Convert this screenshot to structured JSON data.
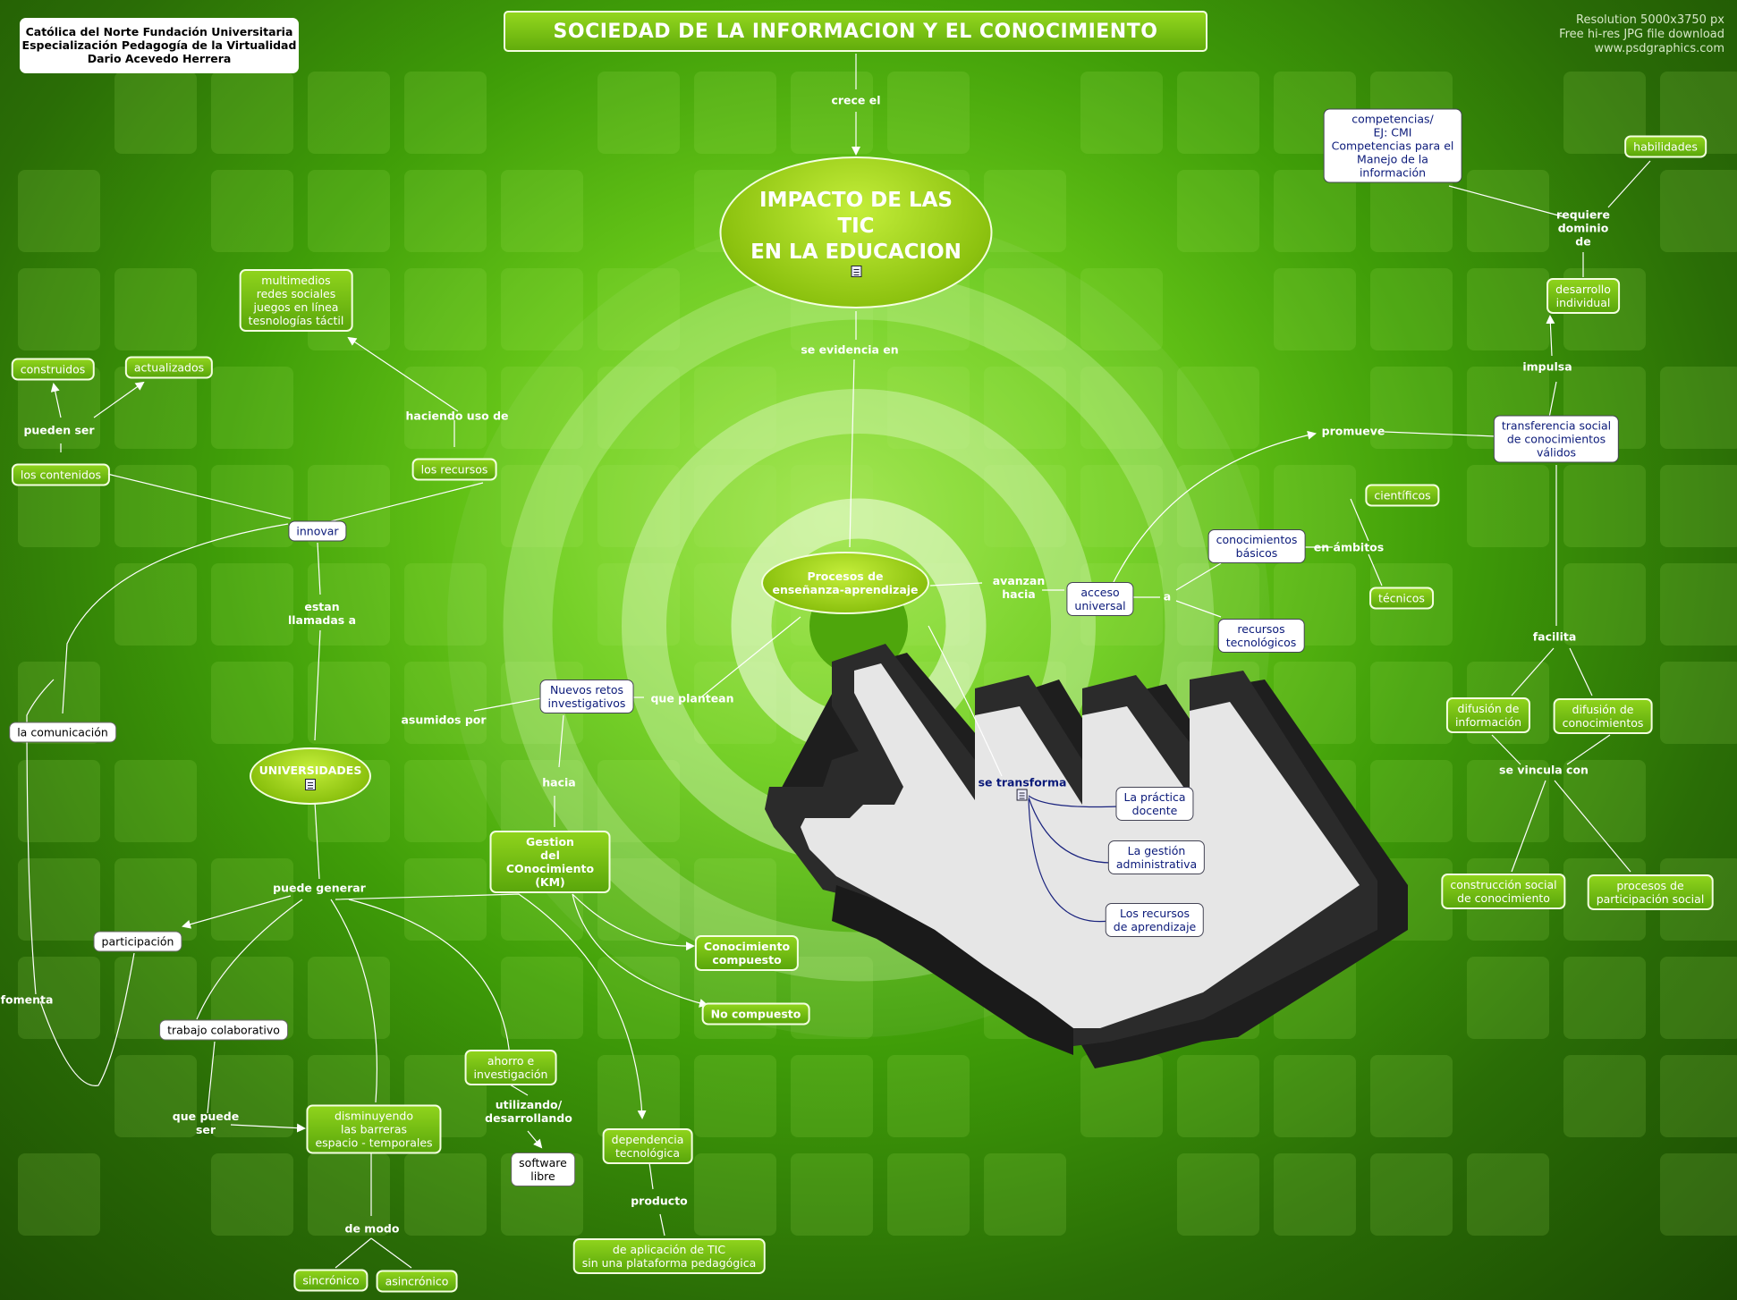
{
  "title": "SOCIEDAD DE LA INFORMACION Y EL CONOCIMIENTO",
  "credits": [
    "Católica del Norte  Fundación Universitaria",
    "Especialización Pedagogía de la Virtualidad",
    "Dario Acevedo Herrera"
  ],
  "watermark": [
    "Resolution 5000x3750 px",
    "Free hi-res JPG file download",
    "www.psdgraphics.com"
  ],
  "colors": {
    "background": "#3f9d08",
    "node_green": "#8fd31c",
    "node_blue_text": "#0b1a7a"
  },
  "main_concepts": {
    "impacto": [
      "IMPACTO DE LAS",
      "TIC",
      "EN LA EDUCACION"
    ],
    "procesos": [
      "Procesos de",
      "enseñanza-aprendizaje"
    ],
    "universidades": "UNIVERSIDADES"
  },
  "nodes": {
    "multimedios": [
      "multimedios",
      "redes sociales",
      "juegos en línea",
      "tesnologías táctil"
    ],
    "construidos": "construidos",
    "actualizados": "actualizados",
    "los_contenidos": "los contenidos",
    "los_recursos": "los recursos",
    "innovar": "innovar",
    "la_comunicacion": "la comunicación",
    "nuevos_retos": [
      "Nuevos retos",
      "investigativos"
    ],
    "gestion": [
      "Gestion",
      "del",
      "COnocimiento",
      "(KM)"
    ],
    "conocimiento_compuesto": [
      "Conocimiento",
      "compuesto"
    ],
    "no_compuesto": "No compuesto",
    "participacion": "participación",
    "trabajo_colaborativo": "trabajo colaborativo",
    "disminuyendo": [
      "disminuyendo",
      "las barreras",
      "espacio - temporales"
    ],
    "ahorro": [
      "ahorro e",
      "investigación"
    ],
    "software_libre": [
      "software",
      "libre"
    ],
    "dependencia": [
      "dependencia",
      "tecnológica"
    ],
    "aplicacion_tic": [
      "de aplicación de TIC",
      "sin una plataforma pedagógica"
    ],
    "sincronico": "sincrónico",
    "asincronico": "asincrónico",
    "acceso_universal": [
      "acceso",
      "universal"
    ],
    "conocimientos_basicos": [
      "conocimientos",
      "básicos"
    ],
    "recursos_tecnologicos": [
      "recursos",
      "tecnológicos"
    ],
    "cientificos": "científicos",
    "tecnicos": "técnicos",
    "competencias": [
      "competencias/",
      "EJ: CMI",
      "Competencias para el",
      "Manejo de la",
      "información"
    ],
    "habilidades": "habilidades",
    "desarrollo_individual": [
      "desarrollo",
      "individual"
    ],
    "transferencia": [
      "transferencia social",
      "de conocimientos",
      "válidos"
    ],
    "difusion_informacion": [
      "difusión de",
      "información"
    ],
    "difusion_conocimientos": [
      "difusión de",
      "conocimientos"
    ],
    "construccion_social": [
      "construcción social",
      "de conocimiento"
    ],
    "procesos_participacion": [
      "procesos de",
      "participación social"
    ],
    "practica_docente": [
      "La práctica",
      "docente"
    ],
    "gestion_administrativa": [
      "La gestión",
      "administrativa"
    ],
    "recursos_aprendizaje": [
      "Los recursos",
      "de aprendizaje"
    ]
  },
  "links": {
    "crece_el": "crece el",
    "se_evidencia_en": "se evidencia en",
    "haciendo_uso_de": "haciendo uso de",
    "pueden_ser": "pueden ser",
    "estan_llamadas_a": [
      "estan",
      "llamadas a"
    ],
    "asumidos_por": "asumidos por",
    "que_plantean": "que plantean",
    "hacia": "hacia",
    "puede_generar": "puede generar",
    "fomenta": "fomenta",
    "que_puede_ser": [
      "que puede",
      "ser"
    ],
    "utilizando": [
      "utilizando/",
      "desarrollando"
    ],
    "de_modo": "de modo",
    "producto": "producto",
    "avanzan_hacia": [
      "avanzan",
      "hacia"
    ],
    "a": "a",
    "en_ambitos": "en ámbitos",
    "promueve": "promueve",
    "requiere": [
      "requiere",
      "dominio",
      "de"
    ],
    "impulsa": "impulsa",
    "facilita": "facilita",
    "se_vincula_con": "se vincula con",
    "se_transforma": "se transforma"
  }
}
